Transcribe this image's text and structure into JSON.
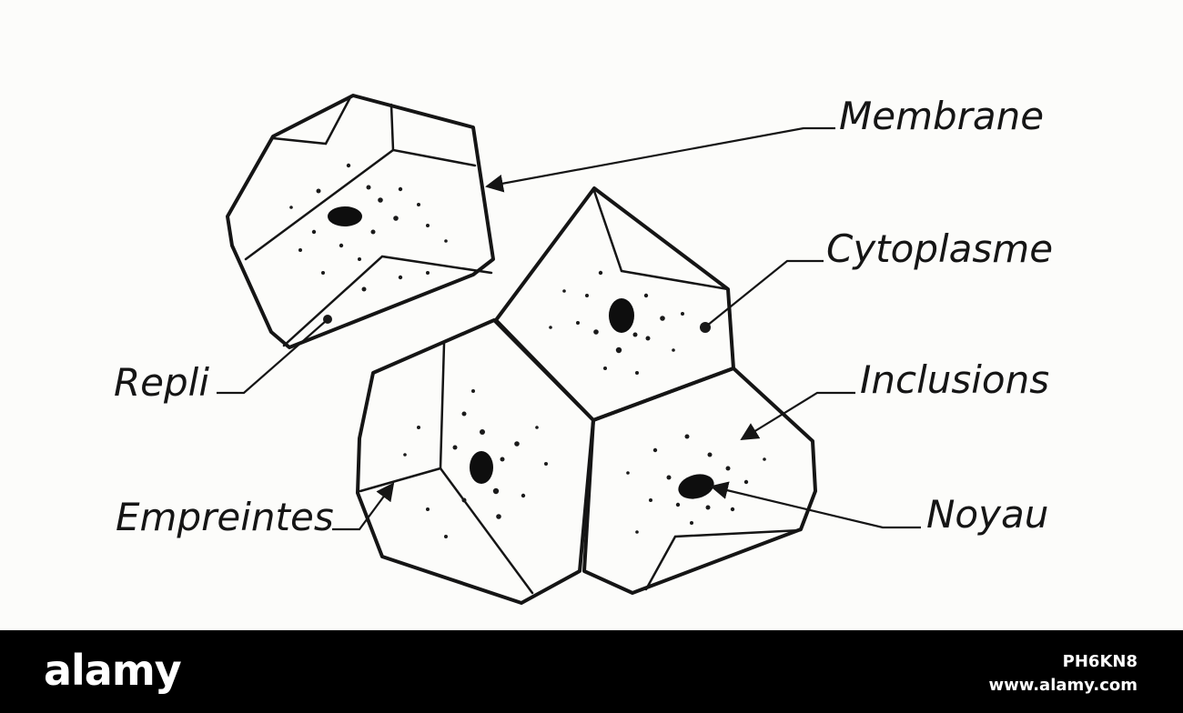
{
  "diagram": {
    "labels": {
      "membrane": "Membrane",
      "cytoplasme": "Cytoplasme",
      "repli": "Repli",
      "inclusions": "Inclusions",
      "empreintes": "Empreintes",
      "noyau": "Noyau"
    }
  },
  "watermark": {
    "logo": "alamy",
    "image_id": "PH6KN8",
    "url": "www.alamy.com"
  },
  "colors": {
    "ink": "#151515",
    "paper": "#fcfcfa",
    "bar": "#000000",
    "bar_text": "#ffffff"
  }
}
